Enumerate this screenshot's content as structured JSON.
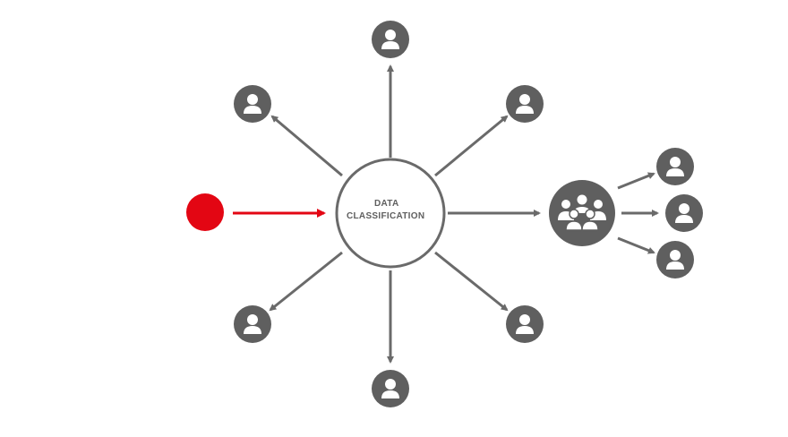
{
  "center": {
    "label_line1": "DATA",
    "label_line2": "CLASSIFICATION"
  },
  "colors": {
    "gray": "#5f5f5f",
    "arrow": "#6a6a6a",
    "accent_red": "#e30613",
    "white": "#ffffff"
  },
  "icons": {
    "source": "red-dot",
    "person": "person-icon",
    "group": "group-icon"
  }
}
